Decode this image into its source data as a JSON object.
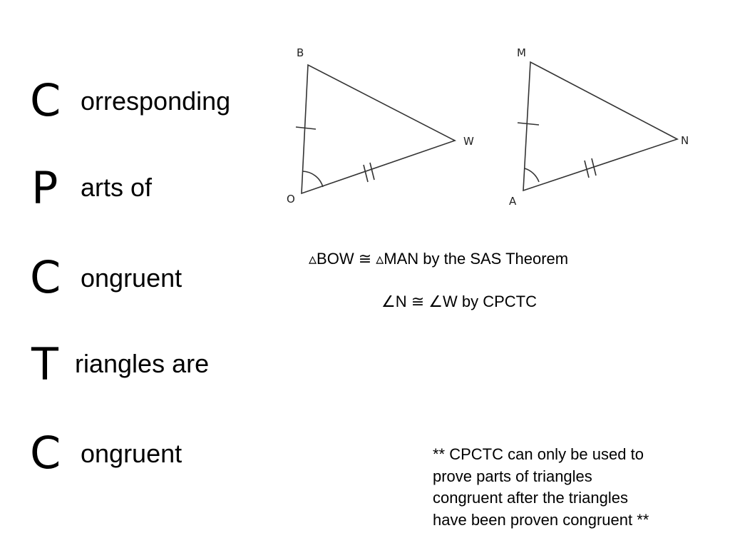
{
  "acronym": [
    {
      "letter": "C",
      "rest": "orresponding"
    },
    {
      "letter": "P",
      "rest": "arts of"
    },
    {
      "letter": "C",
      "rest": "ongruent"
    },
    {
      "letter": "T",
      "rest": "riangles are"
    },
    {
      "letter": "C",
      "rest": "ongruent"
    }
  ],
  "diagram": {
    "triangle1": {
      "B": "B",
      "O": "O",
      "W": "W"
    },
    "triangle2": {
      "M": "M",
      "A": "A",
      "N": "N"
    }
  },
  "statements": {
    "line1": "▵BOW ≅ ▵MAN by the SAS Theorem",
    "line2": "∠N ≅ ∠W by CPCTC"
  },
  "note": "** CPCTC can only be used to\nprove parts of triangles\ncongruent after the triangles\nhave been proven congruent **"
}
